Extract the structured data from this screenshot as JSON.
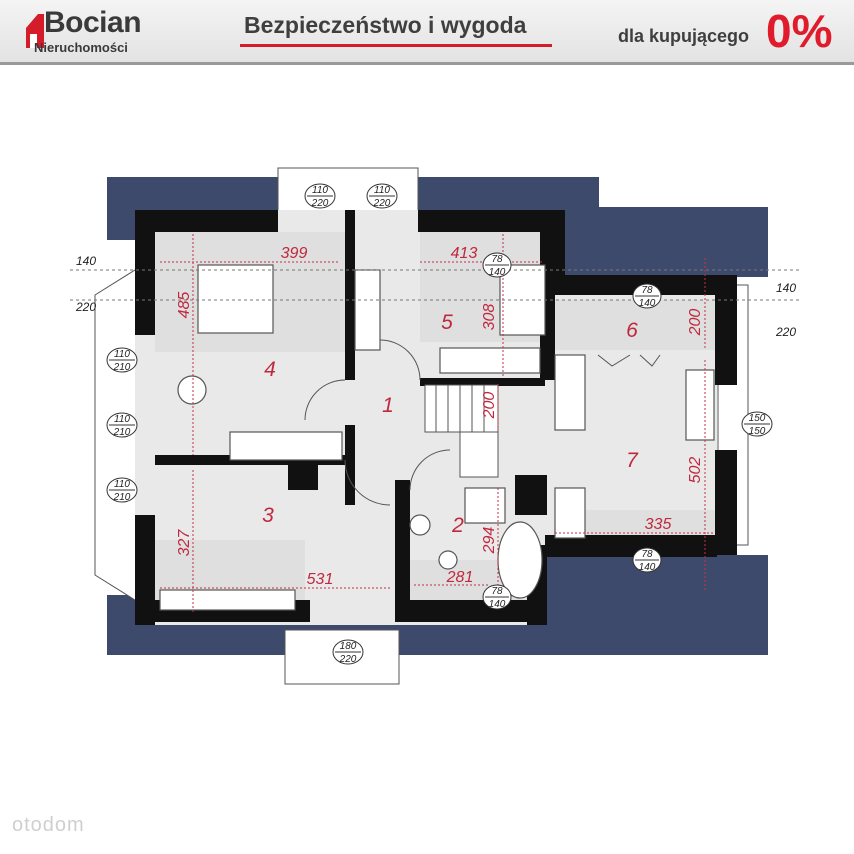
{
  "header": {
    "logo_title": "Bocian",
    "logo_subtitle": "Nieruchomości",
    "tagline": "Bezpieczeństwo i wygoda",
    "buyer_text": "dla kupującego",
    "buyer_fee": "0%"
  },
  "plan": {
    "rooms": [
      {
        "number": "1"
      },
      {
        "number": "2"
      },
      {
        "number": "3"
      },
      {
        "number": "4"
      },
      {
        "number": "5"
      },
      {
        "number": "6"
      },
      {
        "number": "7"
      }
    ],
    "room_dimensions": [
      "399",
      "413",
      "485",
      "308",
      "200",
      "200",
      "502",
      "335",
      "327",
      "531",
      "294",
      "281"
    ],
    "side_dimensions": [
      "140",
      "220",
      "140",
      "220"
    ],
    "window_sizes": [
      {
        "w": "110",
        "h": "220"
      },
      {
        "w": "110",
        "h": "220"
      },
      {
        "w": "78",
        "h": "140"
      },
      {
        "w": "78",
        "h": "140"
      },
      {
        "w": "110",
        "h": "210"
      },
      {
        "w": "110",
        "h": "210"
      },
      {
        "w": "110",
        "h": "210"
      },
      {
        "w": "150",
        "h": "150"
      },
      {
        "w": "78",
        "h": "140"
      },
      {
        "w": "180",
        "h": "220"
      },
      {
        "w": "78",
        "h": "140"
      }
    ]
  },
  "watermark": "otodom"
}
